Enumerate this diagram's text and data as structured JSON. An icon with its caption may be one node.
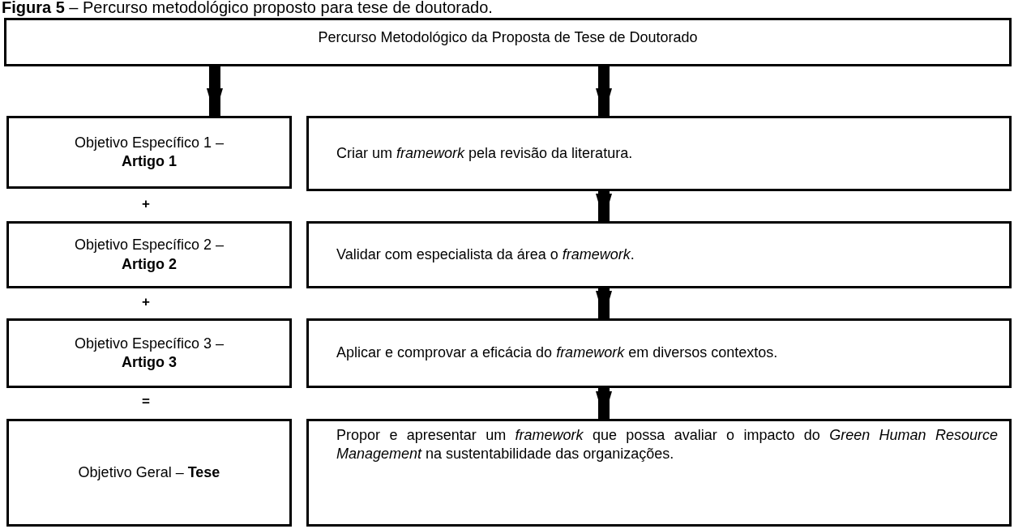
{
  "diagram": {
    "title": "**Figura 5** – Percurso metodológico proposto para tese de doutorado.",
    "nodes": [
      {
        "text": [
          "Percurso Metodológico da Proposta de Tese de Doutorado"
        ]
      },
      {
        "text": [
          "Objetivo Específico 1 – **Artigo 1**"
        ]
      },
      {
        "text": [
          "Criar um *framework* pela revisão da literatura."
        ]
      },
      {
        "text": [
          "Objetivo Específico 2 – **Artigo 2**"
        ]
      },
      {
        "text": [
          "Validar com especialista da área o *framework*."
        ]
      },
      {
        "text": [
          "Objetivo Específico 3 – **Artigo 3**"
        ]
      },
      {
        "text": [
          "Aplicar e comprovar a eficácia do *framework* em diversos contextos."
        ]
      },
      {
        "text": [
          "Objetivo Geral – **Tese**"
        ]
      },
      {
        "text": [
          "Propor e apresentar um *framework* que possa avaliar o impacto do *Green Human Resource Management* na sustentabilidade das organizações."
        ]
      }
    ],
    "edges": [
      {
        "from": 0,
        "to": 1,
        "arrow": "to"
      },
      {
        "from": 0,
        "to": 2,
        "arrow": "to"
      },
      {
        "from": 2,
        "to": 4,
        "arrow": "to"
      },
      {
        "from": 4,
        "to": 6,
        "arrow": "to"
      },
      {
        "from": 6,
        "to": 8,
        "arrow": "to"
      }
    ],
    "labels": [
      "+",
      "+",
      "="
    ]
  }
}
